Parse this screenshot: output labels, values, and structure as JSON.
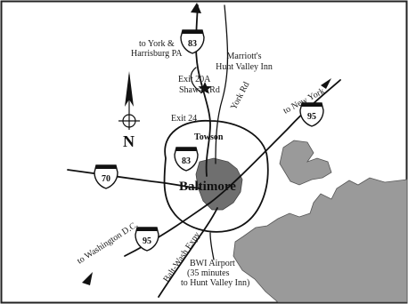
{
  "labels": {
    "york_harrisburg": [
      "to York &",
      "Harrisburg PA"
    ],
    "marriott": [
      "Marriott's",
      "Hunt Valley Inn"
    ],
    "exit20a": [
      "Exit 20A",
      "Shawan Rd"
    ],
    "york_rd": "York Rd",
    "exit24": "Exit 24",
    "new_york": "to New York",
    "towson": "Towson",
    "baltimore": "Baltimore",
    "washington": "to Washington D.C.",
    "balt_wash": "Balt-Wash Expy",
    "bwi": [
      "BWI Airport",
      "(35 minutes",
      "to Hunt Valley Inn)"
    ],
    "compass": "N"
  },
  "shields": {
    "i83_north": "83",
    "i83_towson": "83",
    "i70": "70",
    "i95_ne": "95",
    "i95_sw": "95"
  },
  "colors": {
    "water": "#9a9a9a",
    "city_area": "#6f6f6f",
    "ink": "#111111"
  }
}
